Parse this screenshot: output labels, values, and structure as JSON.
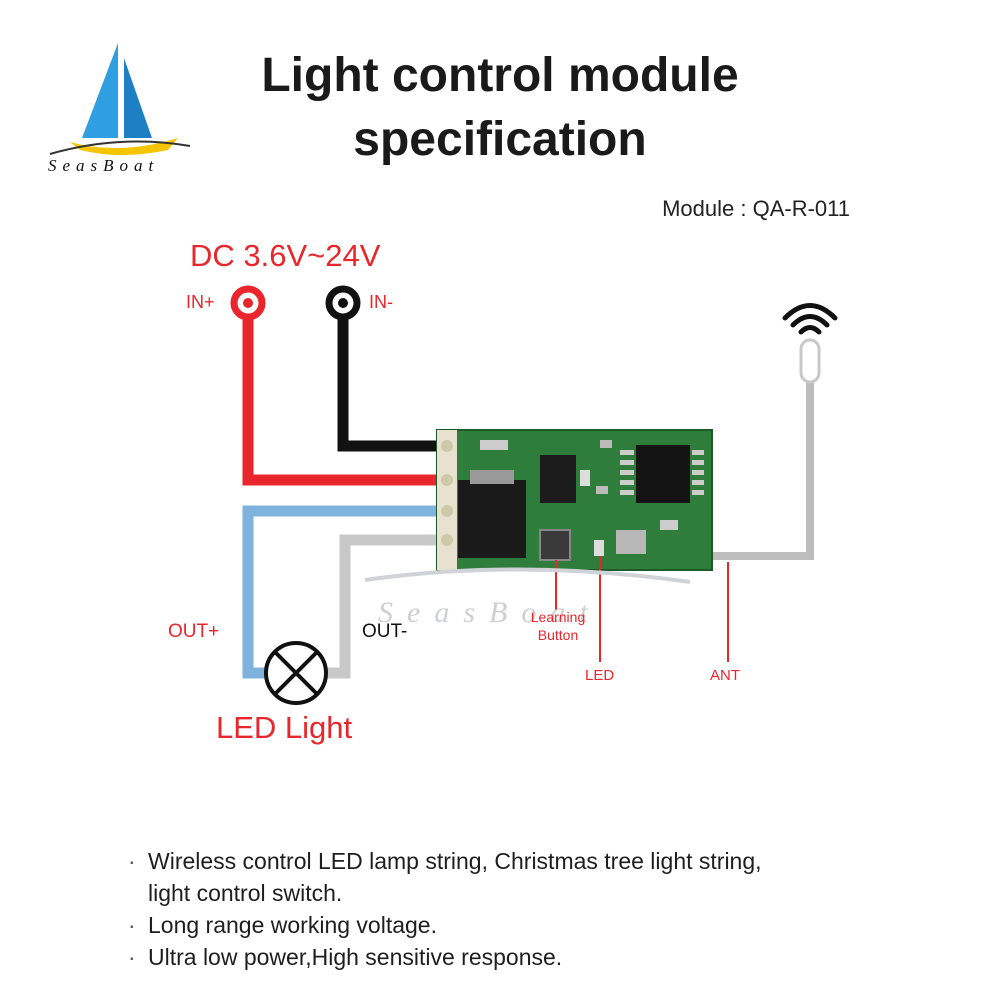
{
  "brand": {
    "name": "SeasBoat"
  },
  "title": {
    "line1": "Light control module",
    "line2": "specification"
  },
  "model": "Module : QA-R-011",
  "power": {
    "label": "DC 3.6V~24V",
    "in_plus": "IN+",
    "in_minus": "IN-"
  },
  "output": {
    "out_plus": "OUT+",
    "out_minus": "OUT-",
    "load": "LED Light"
  },
  "callouts": {
    "learning_button_line1": "Learning",
    "learning_button_line2": "Button",
    "led": "LED",
    "ant": "ANT"
  },
  "features": [
    {
      "line1": "Wireless control LED lamp string, Christmas tree light string,",
      "line2": "light control switch."
    },
    {
      "line1": "Long range working voltage.",
      "line2": ""
    },
    {
      "line1": "Ultra low power,High sensitive response.",
      "line2": ""
    }
  ],
  "bullet": "·",
  "colors": {
    "red_wire": "#e8262b",
    "black_wire": "#111111",
    "blue_wire": "#7fb2dd",
    "gray_wire": "#c8c8c8",
    "pcb": "#2f7d3a",
    "accent_text": "#e8262b"
  }
}
